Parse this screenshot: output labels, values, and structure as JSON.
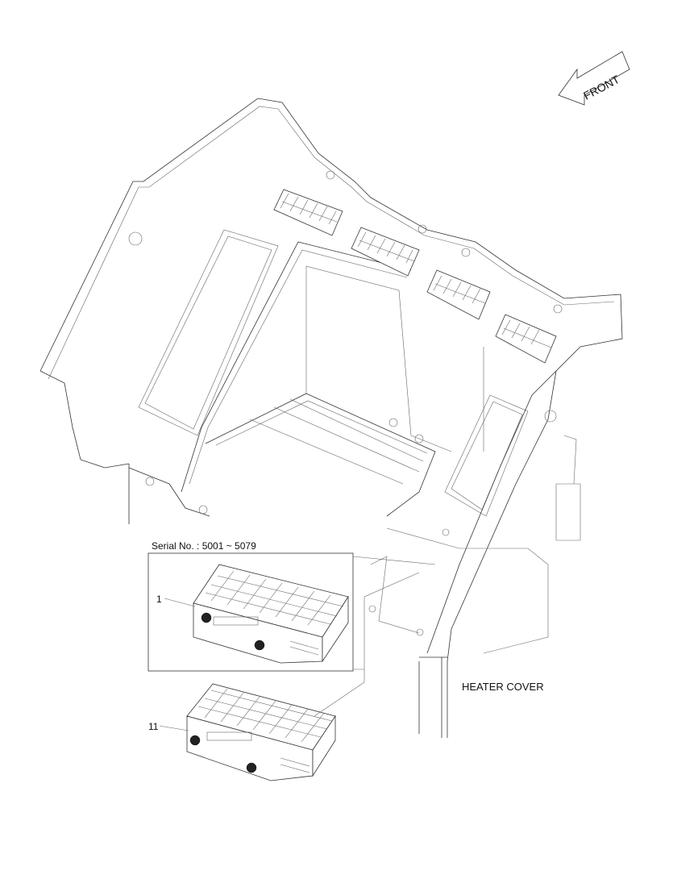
{
  "diagram": {
    "front_arrow_label": "FRONT",
    "serial_label": "Serial No.  : 5001 ~ 5079",
    "heater_cover_label": "HEATER COVER",
    "callouts": [
      "1",
      "11"
    ]
  }
}
